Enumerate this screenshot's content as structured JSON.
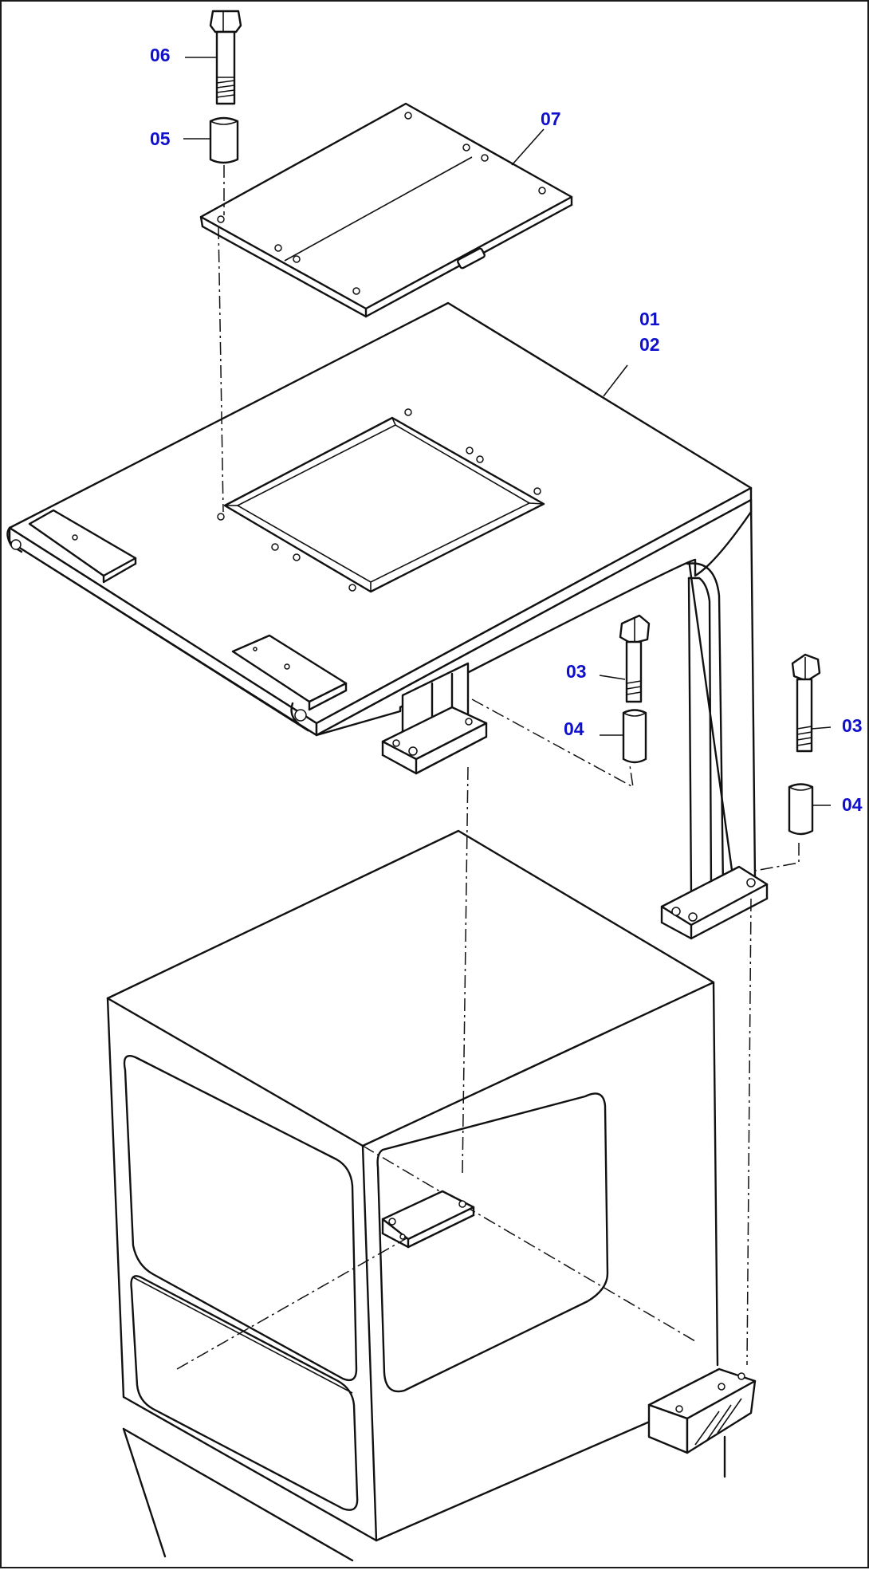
{
  "callouts": {
    "c06": "06",
    "c05": "05",
    "c07": "07",
    "c01": "01",
    "c02": "02",
    "c03a": "03",
    "c04a": "04",
    "c03b": "03",
    "c04b": "04"
  },
  "colors": {
    "callout_text": "#1010cc",
    "line": "#111111",
    "background": "#ffffff"
  }
}
